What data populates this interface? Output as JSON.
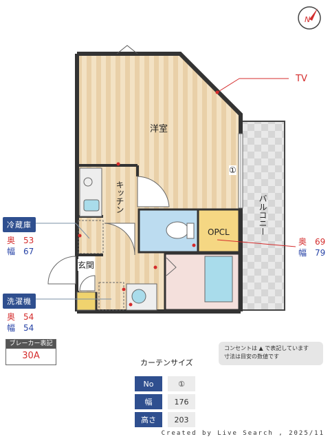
{
  "rooms": {
    "western": "洋室",
    "kitchen": "キッチン",
    "opcl": "OPCL",
    "balcony": "バルコニー",
    "entrance": "玄関"
  },
  "tv_label": "TV",
  "fridge": {
    "title": "冷蔵庫",
    "depth_label": "奥",
    "depth": "53",
    "width_label": "幅",
    "width": "67"
  },
  "washer": {
    "title": "洗濯機",
    "depth_label": "奥",
    "depth": "54",
    "width_label": "幅",
    "width": "54"
  },
  "opcl_dims": {
    "depth_label": "奥",
    "depth": "69",
    "width_label": "幅",
    "width": "79"
  },
  "breaker": {
    "title": "ブレーカー表記",
    "value": "30A"
  },
  "note": {
    "line1": "コンセントは ▲ で表記しています",
    "line2": "寸法は目安の数値です"
  },
  "curtain": {
    "title": "カーテンサイズ",
    "rows": [
      {
        "label": "No",
        "value": "①"
      },
      {
        "label": "幅",
        "value": "176"
      },
      {
        "label": "高さ",
        "value": "203"
      }
    ]
  },
  "window_marker": "①",
  "compass": "N",
  "footer": "Created by Live Search , 2025/11",
  "colors": {
    "floor": "#efd9b8",
    "wall": "#333333",
    "accent_blue": "#2f4f8f",
    "red": "#d42b2b",
    "opcl": "#f5d783",
    "bath_pink": "#f4e0dc"
  }
}
